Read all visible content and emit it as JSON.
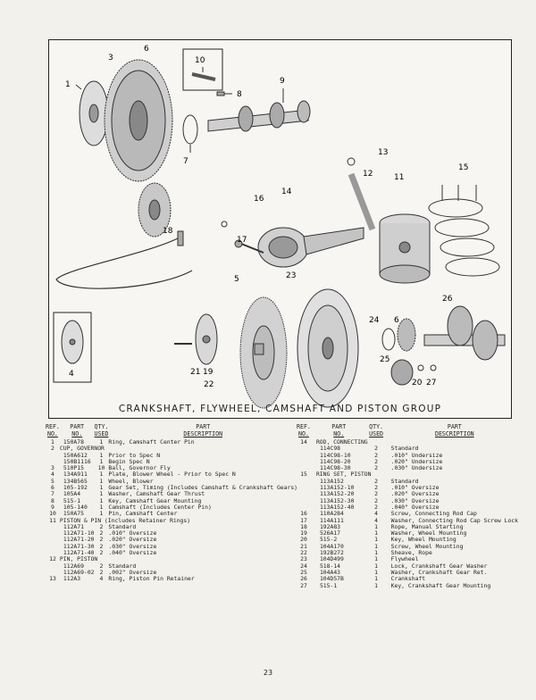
{
  "figure": {
    "caption": "CRANKSHAFT, FLYWHEEL, CAMSHAFT AND PISTON GROUP",
    "callouts": [
      "1",
      "3",
      "6",
      "10",
      "8",
      "9",
      "7",
      "13",
      "12",
      "11",
      "15",
      "14",
      "16",
      "17",
      "18",
      "5",
      "23",
      "26",
      "24",
      "6",
      "25",
      "20",
      "27",
      "21",
      "19",
      "22",
      "4"
    ]
  },
  "table_headers": {
    "ref": [
      "REF.",
      "NO."
    ],
    "part": [
      "PART",
      "NO."
    ],
    "qty": [
      "QTY.",
      "USED"
    ],
    "desc": [
      "PART",
      "DESCRIPTION"
    ]
  },
  "left_rows": [
    {
      "ref": "1",
      "part": "150A78",
      "qty": "1",
      "desc": "Ring, Camshaft Center Pin"
    },
    {
      "ref": "2",
      "part": "CUP, GOVERNOR",
      "qty": "",
      "desc": ""
    },
    {
      "ref": "",
      "part": "150A612",
      "qty": "1",
      "desc": "Prior to Spec N"
    },
    {
      "ref": "",
      "part": "150B1116",
      "qty": "1",
      "desc": "Begin Spec N"
    },
    {
      "ref": "3",
      "part": "510P15",
      "qty": "10",
      "desc": "Ball, Governor Fly"
    },
    {
      "ref": "4",
      "part": "134A911",
      "qty": "1",
      "desc": "Plate, Blower Wheel - Prior to Spec N"
    },
    {
      "ref": "5",
      "part": "134B565",
      "qty": "1",
      "desc": "Wheel, Blower"
    },
    {
      "ref": "6",
      "part": "105-192",
      "qty": "1",
      "desc": "Gear Set, Timing (Includes Camshaft & Crankshaft Gears)"
    },
    {
      "ref": "7",
      "part": "105A4",
      "qty": "1",
      "desc": "Washer, Camshaft Gear Thrust"
    },
    {
      "ref": "8",
      "part": "515-1",
      "qty": "1",
      "desc": "Key, Camshaft Gear Mounting"
    },
    {
      "ref": "9",
      "part": "105-140",
      "qty": "1",
      "desc": "Camshaft (Includes Center Pin)"
    },
    {
      "ref": "10",
      "part": "150A75",
      "qty": "1",
      "desc": "Pin, Camshaft Center"
    },
    {
      "ref": "11",
      "part": "PISTON & PIN (Includes Retainer Rings)",
      "qty": "",
      "desc": ""
    },
    {
      "ref": "",
      "part": "112A71",
      "qty": "2",
      "desc": "Standard"
    },
    {
      "ref": "",
      "part": "112A71-10",
      "qty": "2",
      "desc": ".010\" Oversize"
    },
    {
      "ref": "",
      "part": "112A71-20",
      "qty": "2",
      "desc": ".020\" Oversize"
    },
    {
      "ref": "",
      "part": "112A71-30",
      "qty": "2",
      "desc": ".030\" Oversize"
    },
    {
      "ref": "",
      "part": "112A71-40",
      "qty": "2",
      "desc": ".040\" Oversize"
    },
    {
      "ref": "12",
      "part": "PIN, PISTON",
      "qty": "",
      "desc": ""
    },
    {
      "ref": "",
      "part": "112A69",
      "qty": "2",
      "desc": "Standard"
    },
    {
      "ref": "",
      "part": "112A69-02",
      "qty": "2",
      "desc": ".002\" Oversize"
    },
    {
      "ref": "13",
      "part": "112A3",
      "qty": "4",
      "desc": "Ring, Piston Pin Retainer"
    }
  ],
  "right_rows": [
    {
      "ref": "14",
      "part": "ROD, CONNECTING",
      "qty": "",
      "desc": ""
    },
    {
      "ref": "",
      "part": "114C98",
      "qty": "2",
      "desc": "Standard"
    },
    {
      "ref": "",
      "part": "114C98-10",
      "qty": "2",
      "desc": ".010\" Undersize"
    },
    {
      "ref": "",
      "part": "114C98-20",
      "qty": "2",
      "desc": ".020\" Undersize"
    },
    {
      "ref": "",
      "part": "114C98-30",
      "qty": "2",
      "desc": ".030\" Undersize"
    },
    {
      "ref": "15",
      "part": "RING SET, PISTON",
      "qty": "",
      "desc": ""
    },
    {
      "ref": "",
      "part": "113A152",
      "qty": "2",
      "desc": "Standard"
    },
    {
      "ref": "",
      "part": "113A152-10",
      "qty": "2",
      "desc": ".010\" Oversize"
    },
    {
      "ref": "",
      "part": "113A152-20",
      "qty": "2",
      "desc": ".020\" Oversize"
    },
    {
      "ref": "",
      "part": "113A152-30",
      "qty": "2",
      "desc": ".030\" Oversize"
    },
    {
      "ref": "",
      "part": "113A152-40",
      "qty": "2",
      "desc": ".040\" Oversize"
    },
    {
      "ref": "16",
      "part": "110A284",
      "qty": "4",
      "desc": "Screw, Connecting Rod Cap"
    },
    {
      "ref": "17",
      "part": "114A111",
      "qty": "4",
      "desc": "Washer, Connecting Rod Cap Screw Lock"
    },
    {
      "ref": "18",
      "part": "192A83",
      "qty": "1",
      "desc": "Rope, Manual Starting"
    },
    {
      "ref": "19",
      "part": "526A17",
      "qty": "1",
      "desc": "Washer, Wheel Mounting"
    },
    {
      "ref": "20",
      "part": "515-2",
      "qty": "1",
      "desc": "Key, Wheel Mounting"
    },
    {
      "ref": "21",
      "part": "104A170",
      "qty": "1",
      "desc": "Screw, Wheel Mounting"
    },
    {
      "ref": "22",
      "part": "192B272",
      "qty": "1",
      "desc": "Sheave, Rope"
    },
    {
      "ref": "23",
      "part": "104D499",
      "qty": "1",
      "desc": "Flywheel"
    },
    {
      "ref": "24",
      "part": "518-14",
      "qty": "1",
      "desc": "Lock, Crankshaft Gear Washer"
    },
    {
      "ref": "25",
      "part": "104A43",
      "qty": "1",
      "desc": "Washer, Crankshaft Gear Ret."
    },
    {
      "ref": "26",
      "part": "104D57B",
      "qty": "1",
      "desc": "Crankshaft"
    },
    {
      "ref": "27",
      "part": "515-1",
      "qty": "1",
      "desc": "Key, Crankshaft Gear Mounting"
    }
  ],
  "page_number": "23"
}
